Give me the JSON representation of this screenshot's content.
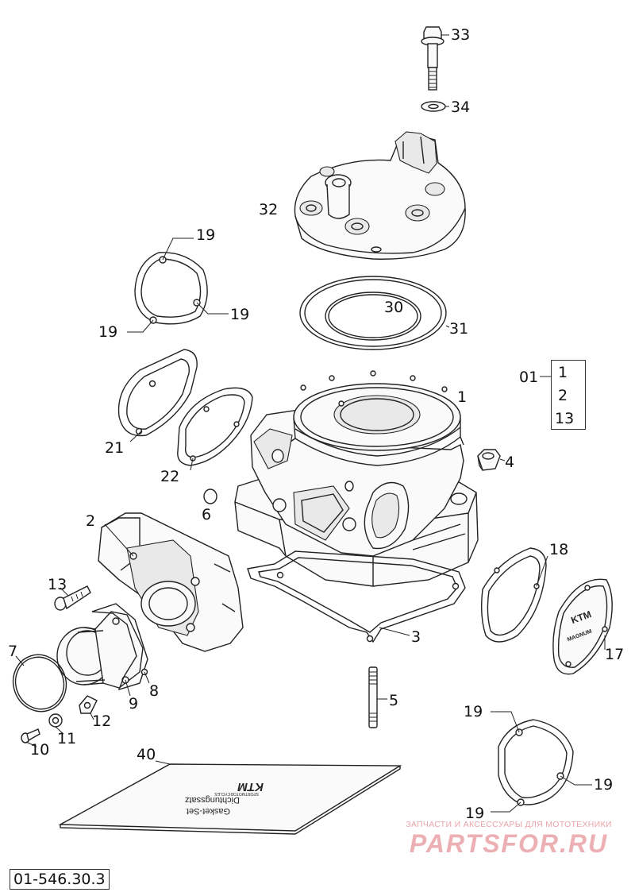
{
  "drawing_number": "01-546.30.3",
  "callouts": {
    "c33": "33",
    "c34": "34",
    "c32": "32",
    "c19a": "19",
    "c19b": "19",
    "c19c": "19",
    "c30": "30",
    "c31": "31",
    "c01": "01",
    "c1k": "1",
    "c2k": "2",
    "c13k": "13",
    "c1": "1",
    "c21": "21",
    "c22": "22",
    "c4": "4",
    "c6": "6",
    "c2": "2",
    "c18": "18",
    "c13": "13",
    "c3": "3",
    "c7": "7",
    "c8": "8",
    "c9": "9",
    "c12": "12",
    "c17": "17",
    "c5": "5",
    "c10": "10",
    "c11": "11",
    "c40": "40",
    "c19d": "19",
    "c19e": "19",
    "c19f": "19"
  },
  "cover_text": {
    "line1": "KTM",
    "line2": "MAGNUM"
  },
  "kit_text": {
    "logo": "KTM",
    "sub": "SPORTMOTORCYCLES",
    "line1": "Dichtungssatz",
    "line2": "Gasket-Set"
  },
  "watermark": {
    "caption": "ЗАПЧАСТИ И АКСЕССУАРЫ ДЛЯ МОТОТЕХНИКИ",
    "logo": "PARTSFOR.RU"
  }
}
